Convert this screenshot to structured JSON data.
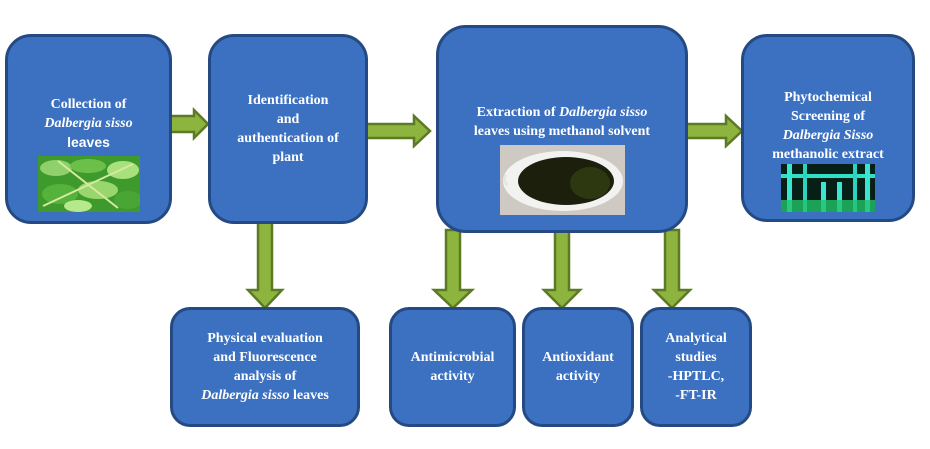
{
  "colors": {
    "box_fill": "#3b71c0",
    "box_border": "#254a83",
    "arrow_fill": "#8db43f",
    "arrow_border": "#5c7a23",
    "text": "#ffffff"
  },
  "steps": {
    "collection": {
      "line1": "Collection of",
      "line2_italic": "Dalbergia sisso",
      "line3": "leaves",
      "image": "fresh Dalbergia sisso leaves photo"
    },
    "identification": {
      "line1": "Identification",
      "line2": "and",
      "line3": "authentication of",
      "line4": "plant"
    },
    "extraction": {
      "line1_prefix": "Extraction of ",
      "line1_italic": "Dalbergia sisso",
      "line2": "leaves using methanol solvent",
      "image": "methanolic extract in porcelain dish photo"
    },
    "phytochemical": {
      "line1": "Phytochemical",
      "line2": "Screening of",
      "line3_italic": "Dalbergia Sisso",
      "line4": "methanolic extract",
      "image": "test tubes photo"
    },
    "physical": {
      "line1": "Physical evaluation",
      "line2": "and Fluorescence",
      "line3": "analysis of",
      "line4_italic": "Dalbergia sisso",
      "line4_suffix": " leaves"
    },
    "antimicrobial": {
      "line1": "Antimicrobial",
      "line2": "activity"
    },
    "antioxidant": {
      "line1": "Antioxidant",
      "line2": "activity"
    },
    "analytical": {
      "line1": "Analytical",
      "line2": "studies",
      "line3": "-HPTLC,",
      "line4": "-FT-IR"
    }
  },
  "arrows": [
    {
      "from": "collection",
      "to": "identification",
      "direction": "right"
    },
    {
      "from": "identification",
      "to": "extraction",
      "direction": "right"
    },
    {
      "from": "extraction",
      "to": "phytochemical",
      "direction": "right"
    },
    {
      "from": "identification",
      "to": "physical",
      "direction": "down"
    },
    {
      "from": "extraction",
      "to": "antimicrobial",
      "direction": "down"
    },
    {
      "from": "extraction",
      "to": "antioxidant",
      "direction": "down"
    },
    {
      "from": "extraction",
      "to": "analytical",
      "direction": "down"
    }
  ]
}
